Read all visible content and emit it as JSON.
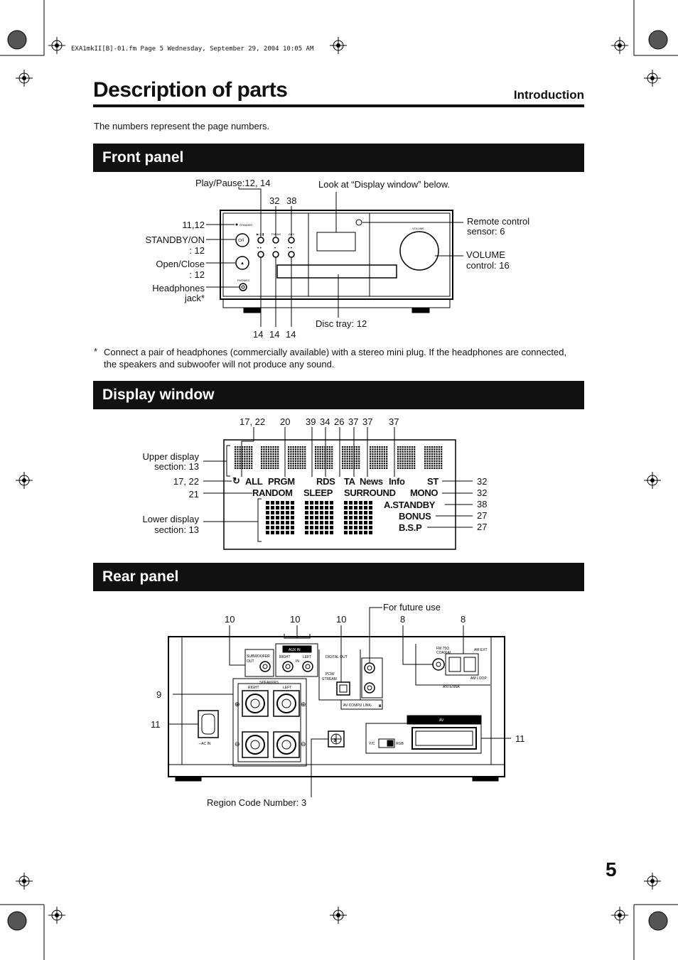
{
  "file_header": "EXA1mkII[B]-01.fm  Page 5  Wednesday, September 29, 2004  10:05 AM",
  "page_title": "Description of parts",
  "chapter": "Introduction",
  "intro_note": "The numbers represent the page numbers.",
  "sections": {
    "front": "Front panel",
    "display": "Display window",
    "rear": "Rear panel"
  },
  "front_panel": {
    "play_pause": "Play/Pause:12, 14",
    "look_at": "Look at “Display window” below.",
    "top_num_a": "32",
    "top_num_b": "38",
    "standby_num": "11,12",
    "standby_on": "STANDBY/ON",
    "standby_on_page": ": 12",
    "open_close": "Open/Close",
    "open_close_page": ": 12",
    "headphones": "Headphones",
    "headphones_2": "jack*",
    "remote_sensor": "Remote control",
    "remote_sensor_2": "sensor: 6",
    "volume": "VOLUME",
    "volume_2": "control: 16",
    "bottom_a": "14",
    "bottom_b": "14",
    "bottom_c": "14",
    "disc_tray": "Disc tray: 12",
    "footnote_mark": "*",
    "footnote": "Connect a pair of headphones (commercially available) with a stereo mini plug. If the headphones are connected, the speakers and subwoofer will not produce any sound.",
    "unit_labels": {
      "standby": "STANDBY",
      "phones": "PHONES",
      "volume": "VOLUME",
      "fm_am": "FM/AM",
      "aux": "AUX"
    }
  },
  "display_window": {
    "top_nums": [
      "17, 22",
      "20",
      "39",
      "34",
      "26",
      "37",
      "37",
      "37"
    ],
    "upper": "Upper display",
    "upper_2": "section: 13",
    "lower": "Lower display",
    "lower_2": "section: 13",
    "left_1": "17, 22",
    "left_2": "21",
    "right_nums": [
      "32",
      "32",
      "38",
      "27",
      "27"
    ],
    "row1": {
      "all": "ALL",
      "prgm": "PRGM",
      "rds": "RDS",
      "ta": "TA",
      "news": "News",
      "info": "Info",
      "st": "ST"
    },
    "row2": {
      "random": "RANDOM",
      "sleep": "SLEEP",
      "surround": "SURROUND",
      "mono": "MONO"
    },
    "astandby": "A.STANDBY",
    "bonus": "BONUS",
    "bsp": "B.S.P"
  },
  "rear_panel": {
    "for_future": "For future use",
    "top_nums": [
      "10",
      "10",
      "10",
      "8",
      "8"
    ],
    "left_9": "9",
    "left_11": "11",
    "right_11": "11",
    "region": "Region Code Number: 3",
    "unit_labels": {
      "subwoofer": "SUBWOOFER",
      "out": "OUT",
      "aux_in": "AUX IN",
      "right": "RIGHT",
      "left": "LEFT",
      "in": "IN",
      "digital_out": "DIGITAL OUT",
      "pcm": "PCM/",
      "stream": "STREAM",
      "av_compu": "AV  COMPU  LINK-",
      "fm": "FM 75Ω",
      "coaxial": "COAXIAL",
      "am_ext": "AM  EXT",
      "am_loop": "AM LOOP",
      "antenna": "ANTENNA",
      "speakers": "SPEAKERS",
      "ac_in": "∼AC IN",
      "av": "AV",
      "yc": "Y/C",
      "rgb": "RGB"
    }
  },
  "page_number": "5"
}
